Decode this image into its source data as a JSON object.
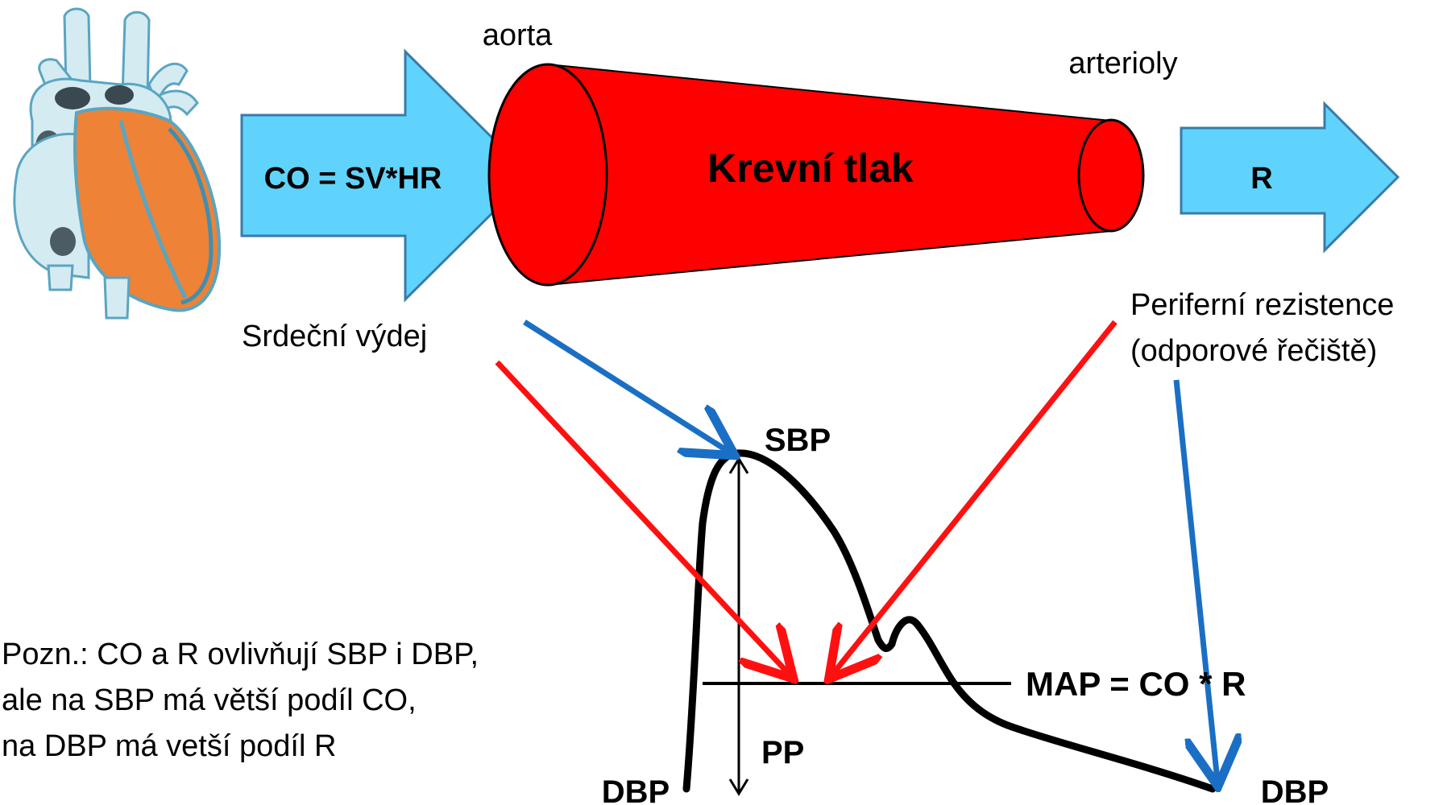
{
  "labels": {
    "co_formula": "CO = SV*HR",
    "aorta": "aorta",
    "arterioly": "arterioly",
    "krevni_tlak": "Krevní tlak",
    "r": "R",
    "srdecni_vydej": "Srdeční výdej",
    "periferni_line1": "Periferní rezistence",
    "periferni_line2": "(odporové řečiště)",
    "sbp": "SBP",
    "map_formula": "MAP = CO * R",
    "pp": "PP",
    "dbp_left": "DBP",
    "dbp_right": "DBP"
  },
  "note": {
    "lines": [
      "Pozn.: CO a R ovlivňují SBP i DBP,",
      "ale na SBP má větší podíl CO,",
      "na DBP má vetší podíl R"
    ]
  },
  "colors": {
    "flow_arrow_fill": "#5fd3fb",
    "flow_arrow_stroke": "#3a7aa8",
    "vessel_red": "#ff0000",
    "influence_red": "#ff1010",
    "influence_blue": "#1a6fc4",
    "heart_orange": "#ee8236",
    "heart_blue": "#d4ebf1",
    "heart_outline": "#5aa5c1",
    "waveform": "#000000"
  },
  "icons": {
    "heart": "heart-illustration"
  }
}
